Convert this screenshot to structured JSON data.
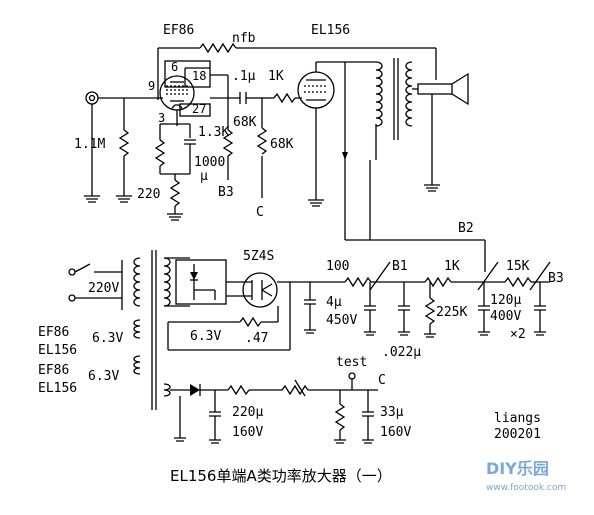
{
  "labels": {
    "ef86_top": "EF86",
    "nfb": "nfb",
    "el156_top": "EL156",
    "pin6": "6",
    "pin18": "18",
    "pin9": "9",
    "pin3": "3",
    "pin27": "27",
    "cap_coupling": ".1μ",
    "r_1k_top": "1K",
    "r_1_1m": "1.1M",
    "r_1_3k": "1.3K",
    "r_68k_a": "68K",
    "r_68k_b": "68K",
    "cap_1000": "1000",
    "cap_1000_unit": "μ",
    "r_220": "220",
    "b3_a": "B3",
    "c_a": "C",
    "b2": "B2",
    "rect_5z4s": "5Z4S",
    "r_100": "100",
    "b1": "B1",
    "r_1k_mid": "1K",
    "r_15k": "15K",
    "b3_b": "B3",
    "mains_220v": "220V",
    "c_4u": "4μ",
    "c_4u_v": "450V",
    "r_225k": "225K",
    "c_120u": "120μ",
    "c_120u_v": "400V",
    "c_120u_x2": "×2",
    "h_6_3v_a": "6.3V",
    "c_047": ".47",
    "c_022": ".022μ",
    "ef86_l1": "EF86",
    "el156_l1": "EL156",
    "h_6_3v_b": "6.3V",
    "ef86_l2": "EF86",
    "el156_l2": "EL156",
    "h_6_3v_c": "6.3V",
    "test": "test",
    "c_b": "C",
    "c_220u": "220μ",
    "c_220u_v": "160V",
    "c_33u": "33μ",
    "c_33u_v": "160V",
    "author": "liangs",
    "date": "200201"
  },
  "caption": "EL156单端A类功率放大器（一）",
  "watermark": {
    "logo_text": "DIY乐园",
    "url": "www.footook.com"
  }
}
